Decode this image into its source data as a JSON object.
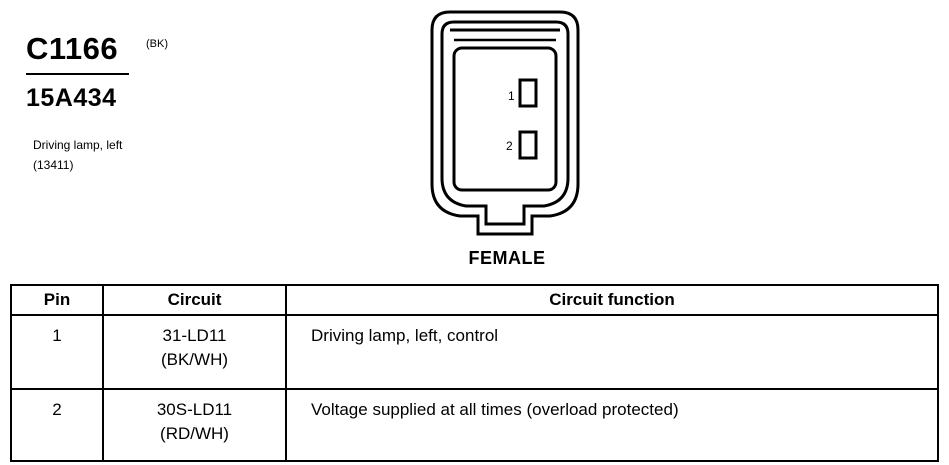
{
  "header": {
    "connector_id": "C1166",
    "color_code": "(BK)",
    "part_number": "15A434",
    "description": "Driving lamp, left",
    "description_code": "(13411)"
  },
  "connector": {
    "pin_labels": [
      "1",
      "2"
    ],
    "gender": "FEMALE"
  },
  "table": {
    "headers": {
      "pin": "Pin",
      "circuit": "Circuit",
      "function": "Circuit function"
    },
    "rows": [
      {
        "pin": "1",
        "circuit": "31-LD11",
        "circuit_color": "(BK/WH)",
        "function": "Driving lamp, left, control"
      },
      {
        "pin": "2",
        "circuit": "30S-LD11",
        "circuit_color": "(RD/WH)",
        "function": "Voltage supplied at all times (overload protected)"
      }
    ]
  }
}
